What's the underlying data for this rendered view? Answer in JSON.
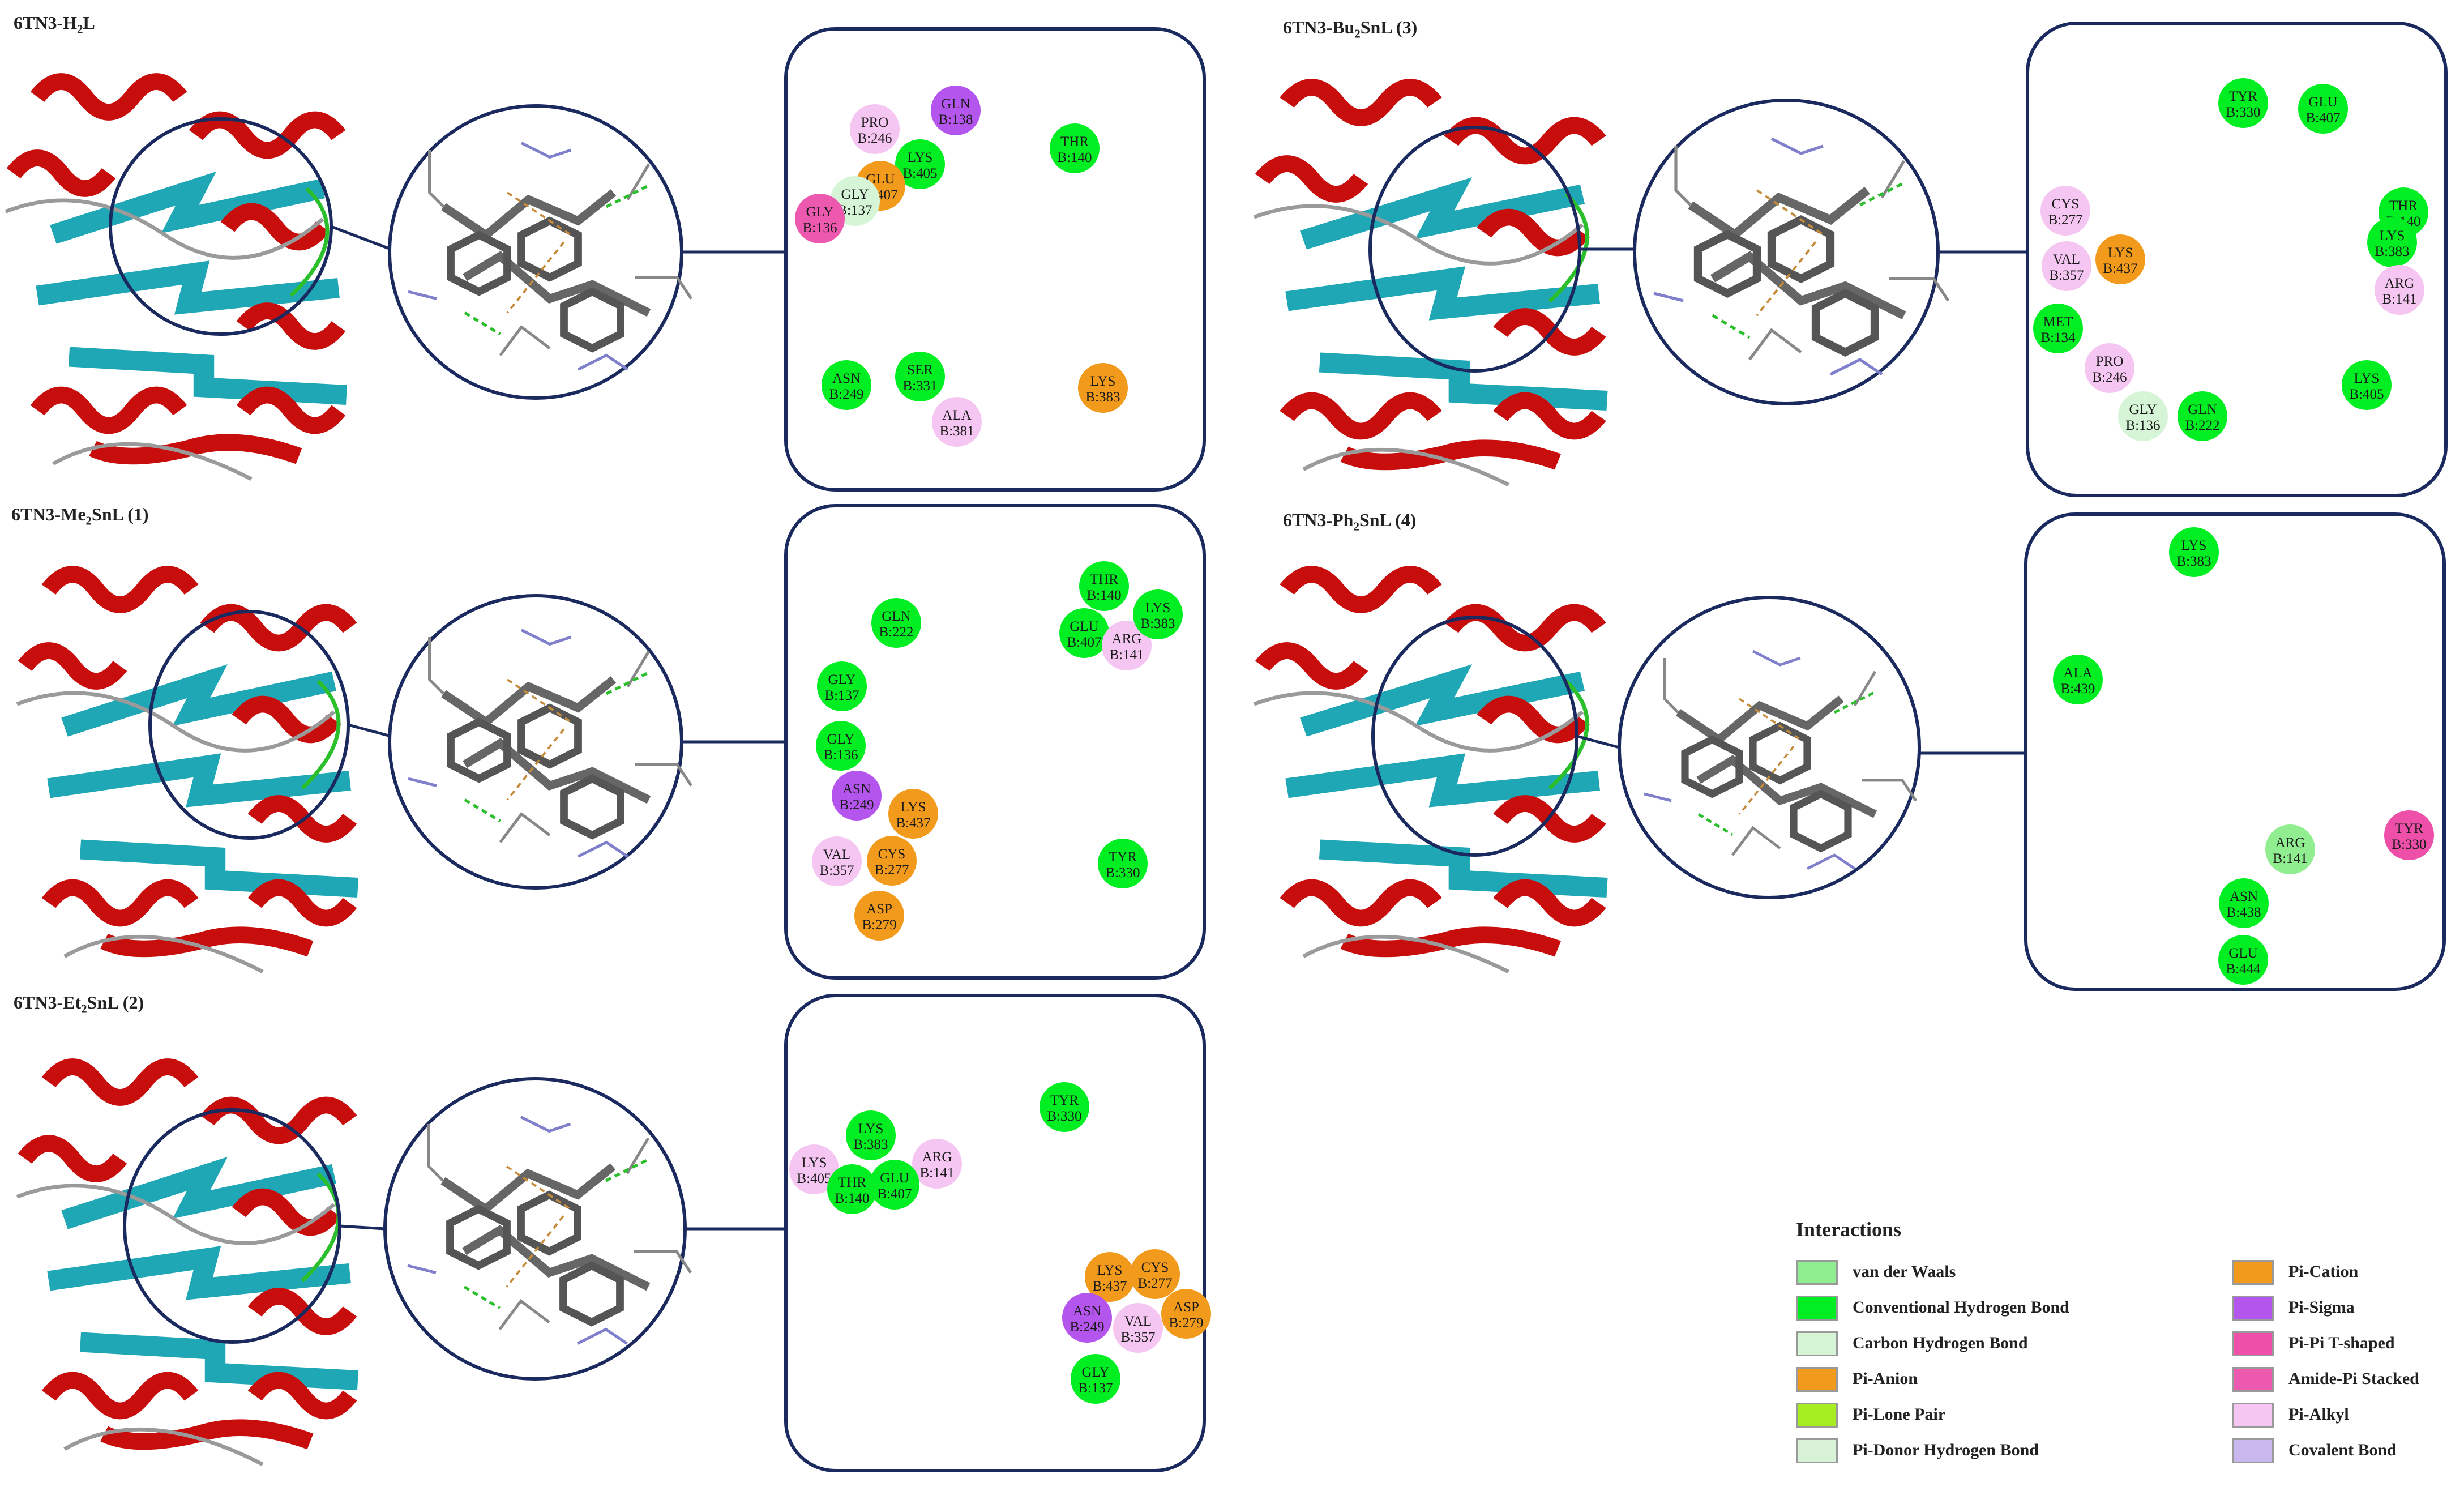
{
  "panels": [
    {
      "title": "6TN3-H",
      "sub": "2",
      "title_tail": "L",
      "residues": [
        {
          "name": "GLN",
          "pos": "B:138",
          "type": "Pi-Sigma"
        },
        {
          "name": "PRO",
          "pos": "B:246",
          "type": "Pi-Alkyl"
        },
        {
          "name": "THR",
          "pos": "B:140",
          "type": "Conventional Hydrogen Bond"
        },
        {
          "name": "LYS",
          "pos": "B:405",
          "type": "Conventional Hydrogen Bond"
        },
        {
          "name": "GLU",
          "pos": "B:407",
          "type": "Pi-Anion"
        },
        {
          "name": "GLY",
          "pos": "B:137",
          "type": "Carbon Hydrogen Bond"
        },
        {
          "name": "GLY",
          "pos": "B:136",
          "type": "Amide-Pi Stacked"
        },
        {
          "name": "ASN",
          "pos": "B:249",
          "type": "Conventional Hydrogen Bond"
        },
        {
          "name": "SER",
          "pos": "B:331",
          "type": "Conventional Hydrogen Bond"
        },
        {
          "name": "ALA",
          "pos": "B:381",
          "type": "Pi-Alkyl"
        },
        {
          "name": "LYS",
          "pos": "B:383",
          "type": "Pi-Cation"
        }
      ]
    },
    {
      "title": "6TN3-Bu",
      "sub": "2",
      "title_tail": "SnL (3)",
      "residues": [
        {
          "name": "TYR",
          "pos": "B:330",
          "type": "Conventional Hydrogen Bond"
        },
        {
          "name": "GLU",
          "pos": "B:407",
          "type": "Conventional Hydrogen Bond"
        },
        {
          "name": "CYS",
          "pos": "B:277",
          "type": "Pi-Alkyl"
        },
        {
          "name": "THR",
          "pos": "B:140",
          "type": "Conventional Hydrogen Bond"
        },
        {
          "name": "LYS",
          "pos": "B:383",
          "type": "Conventional Hydrogen Bond"
        },
        {
          "name": "VAL",
          "pos": "B:357",
          "type": "Pi-Alkyl"
        },
        {
          "name": "LYS",
          "pos": "B:437",
          "type": "Pi-Cation"
        },
        {
          "name": "ARG",
          "pos": "B:141",
          "type": "Pi-Alkyl"
        },
        {
          "name": "MET",
          "pos": "B:134",
          "type": "Conventional Hydrogen Bond"
        },
        {
          "name": "PRO",
          "pos": "B:246",
          "type": "Pi-Alkyl"
        },
        {
          "name": "GLY",
          "pos": "B:136",
          "type": "Carbon Hydrogen Bond"
        },
        {
          "name": "GLN",
          "pos": "B:222",
          "type": "Conventional Hydrogen Bond"
        },
        {
          "name": "LYS",
          "pos": "B:405",
          "type": "Conventional Hydrogen Bond"
        }
      ]
    },
    {
      "title": "6TN3-Me",
      "sub": "2",
      "title_tail": "SnL (1)",
      "residues": [
        {
          "name": "THR",
          "pos": "B:140",
          "type": "Conventional Hydrogen Bond"
        },
        {
          "name": "GLN",
          "pos": "B:222",
          "type": "Conventional Hydrogen Bond"
        },
        {
          "name": "GLU",
          "pos": "B:407",
          "type": "Conventional Hydrogen Bond"
        },
        {
          "name": "ARG",
          "pos": "B:141",
          "type": "Pi-Alkyl"
        },
        {
          "name": "LYS",
          "pos": "B:383",
          "type": "Conventional Hydrogen Bond"
        },
        {
          "name": "GLY",
          "pos": "B:137",
          "type": "Conventional Hydrogen Bond"
        },
        {
          "name": "GLY",
          "pos": "B:136",
          "type": "Conventional Hydrogen Bond"
        },
        {
          "name": "ASN",
          "pos": "B:249",
          "type": "Pi-Sigma"
        },
        {
          "name": "LYS",
          "pos": "B:437",
          "type": "Pi-Cation"
        },
        {
          "name": "VAL",
          "pos": "B:357",
          "type": "Pi-Alkyl"
        },
        {
          "name": "CYS",
          "pos": "B:277",
          "type": "Pi-Cation"
        },
        {
          "name": "TYR",
          "pos": "B:330",
          "type": "Conventional Hydrogen Bond"
        },
        {
          "name": "ASP",
          "pos": "B:279",
          "type": "Pi-Anion"
        }
      ]
    },
    {
      "title": "6TN3-Ph",
      "sub": "2",
      "title_tail": "SnL (4)",
      "residues": [
        {
          "name": "LYS",
          "pos": "B:383",
          "type": "Conventional Hydrogen Bond"
        },
        {
          "name": "ALA",
          "pos": "B:439",
          "type": "Conventional Hydrogen Bond"
        },
        {
          "name": "ARG",
          "pos": "B:141",
          "type": "van der Waals"
        },
        {
          "name": "TYR",
          "pos": "B:330",
          "type": "Pi-Pi T-shaped"
        },
        {
          "name": "ASN",
          "pos": "B:438",
          "type": "Conventional Hydrogen Bond"
        },
        {
          "name": "GLU",
          "pos": "B:444",
          "type": "Conventional Hydrogen Bond"
        }
      ]
    },
    {
      "title": "6TN3-Et",
      "sub": "2",
      "title_tail": "SnL (2)",
      "residues": [
        {
          "name": "TYR",
          "pos": "B:330",
          "type": "Conventional Hydrogen Bond"
        },
        {
          "name": "LYS",
          "pos": "B:383",
          "type": "Conventional Hydrogen Bond"
        },
        {
          "name": "LYS",
          "pos": "B:405",
          "type": "Pi-Alkyl"
        },
        {
          "name": "ARG",
          "pos": "B:141",
          "type": "Pi-Alkyl"
        },
        {
          "name": "THR",
          "pos": "B:140",
          "type": "Conventional Hydrogen Bond"
        },
        {
          "name": "GLU",
          "pos": "B:407",
          "type": "Conventional Hydrogen Bond"
        },
        {
          "name": "LYS",
          "pos": "B:437",
          "type": "Pi-Cation"
        },
        {
          "name": "CYS",
          "pos": "B:277",
          "type": "Pi-Cation"
        },
        {
          "name": "ASP",
          "pos": "B:279",
          "type": "Pi-Anion"
        },
        {
          "name": "ASN",
          "pos": "B:249",
          "type": "Pi-Sigma"
        },
        {
          "name": "VAL",
          "pos": "B:357",
          "type": "Pi-Alkyl"
        },
        {
          "name": "GLY",
          "pos": "B:137",
          "type": "Conventional Hydrogen Bond"
        }
      ]
    }
  ],
  "legend": {
    "title": "Interactions",
    "items": [
      {
        "label": "van der Waals",
        "color": "#90ee90"
      },
      {
        "label": "Conventional Hydrogen Bond",
        "color": "#00ee22"
      },
      {
        "label": "Carbon Hydrogen Bond",
        "color": "#d6f5d6"
      },
      {
        "label": "Pi-Anion",
        "color": "#f29a1b"
      },
      {
        "label": "Pi-Lone Pair",
        "color": "#a6ee22"
      },
      {
        "label": "Pi-Donor Hydrogen Bond",
        "color": "#d8f2d8"
      },
      {
        "label": "Pi-Cation",
        "color": "#f29a1b"
      },
      {
        "label": "Pi-Sigma",
        "color": "#b455ee"
      },
      {
        "label": "Pi-Pi T-shaped",
        "color": "#ee4fa8"
      },
      {
        "label": "Amide-Pi Stacked",
        "color": "#ee59b0"
      },
      {
        "label": "Pi-Alkyl",
        "color": "#f6c6f2"
      },
      {
        "label": "Covalent Bond",
        "color": "#c9b8ee"
      }
    ]
  }
}
